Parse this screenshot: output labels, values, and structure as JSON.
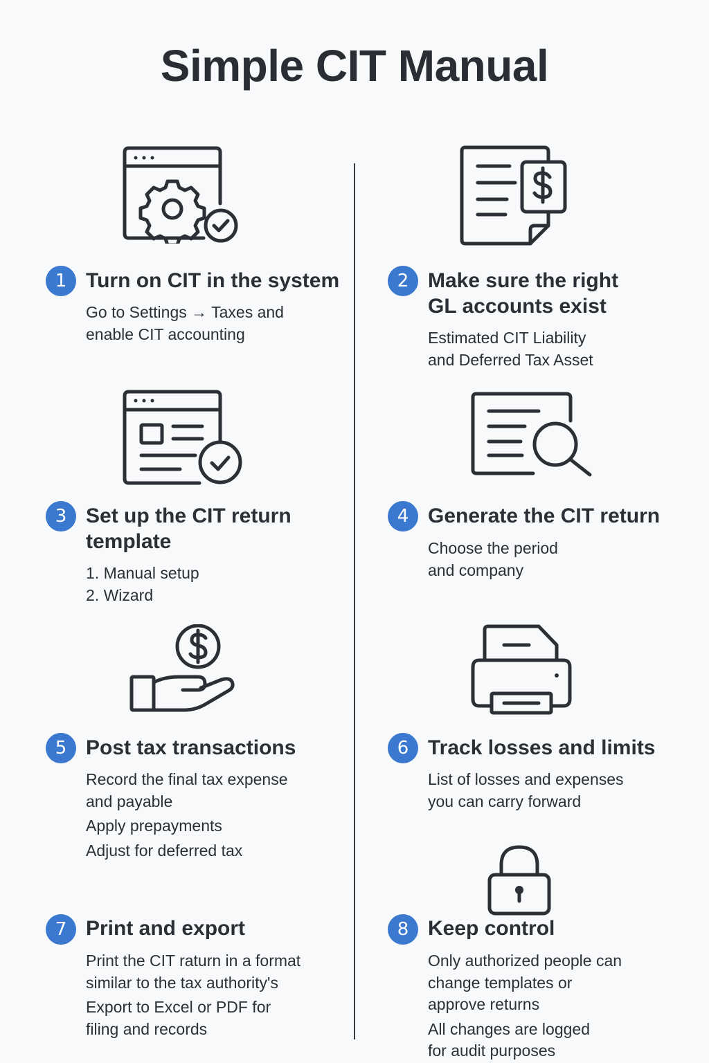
{
  "page": {
    "title": "Simple CIT Manual"
  },
  "steps": [
    {
      "number": "1",
      "title": [
        "Turn on CIT in the system"
      ],
      "desc": [
        [
          "Go to Settings → Taxes and",
          "enable CIT accounting"
        ]
      ],
      "icon": "settings-window-check-icon"
    },
    {
      "number": "2",
      "title": [
        "Make sure the right",
        "GL accounts exist"
      ],
      "desc": [
        [
          "Estimated CIT Liability",
          "and Deferred Tax Asset"
        ]
      ],
      "icon": "ledger-dollar-document-icon"
    },
    {
      "number": "3",
      "title": [
        "Set up the CIT return",
        "template"
      ],
      "desc": [
        [
          "1. Manual setup",
          "2. Wizard"
        ]
      ],
      "icon": "template-window-check-icon"
    },
    {
      "number": "4",
      "title": [
        "Generate the CIT return"
      ],
      "desc": [
        [
          "Choose the period",
          "and company"
        ]
      ],
      "icon": "document-search-icon"
    },
    {
      "number": "5",
      "title": [
        "Post tax transactions"
      ],
      "desc": [
        [
          "Record the final tax expense",
          "and payable"
        ],
        [
          "Apply prepayments"
        ],
        [
          "Adjust for deferred tax"
        ]
      ],
      "icon": "hand-dollar-icon"
    },
    {
      "number": "6",
      "title": [
        "Track losses and limits"
      ],
      "desc": [
        [
          "List of losses and expenses",
          "you can carry forward"
        ]
      ],
      "icon": "printer-icon"
    },
    {
      "number": "7",
      "title": [
        "Print and export"
      ],
      "desc": [
        [
          "Print the CIT raturn in a format",
          "similar to the tax authority's"
        ],
        [
          "Export to Excel or PDF for",
          "filing and records"
        ]
      ],
      "icon": ""
    },
    {
      "number": "8",
      "title": [
        "Keep control"
      ],
      "desc": [
        [
          "Only authorized people can",
          "change templates or",
          "approve returns"
        ],
        [
          "All changes are logged",
          "for audit purposes"
        ]
      ],
      "icon": "padlock-icon"
    }
  ]
}
